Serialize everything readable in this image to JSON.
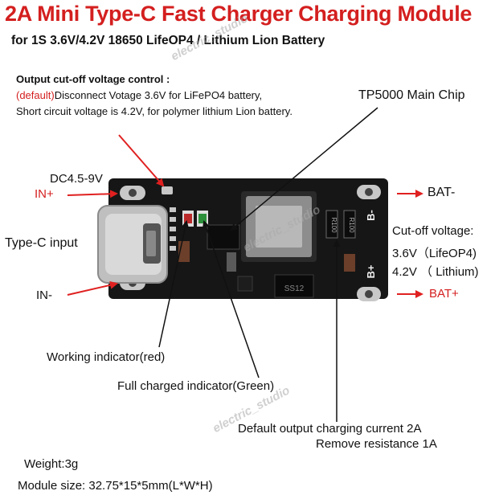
{
  "title": "2A Mini Type-C Fast Charger Charging Module",
  "subtitle": "for 1S 3.6V/4.2V 18650 LifeOP4 / Lithium Lion Battery",
  "cutoff_control": {
    "heading": "Output cut-off voltage control :",
    "default_tag": "(default)",
    "line1_rest": "Disconnect Votage 3.6V for LiFePO4 battery,",
    "line2": "Short circuit voltage is 4.2V, for polymer lithium Lion battery."
  },
  "main_chip_label": "TP5000 Main Chip",
  "input_voltage_label": "DC4.5-9V",
  "in_plus_label": "IN+",
  "in_minus_label": "IN-",
  "typec_label": "Type-C input",
  "bat_minus_label": "BAT-",
  "bat_plus_label": "BAT+",
  "pcb_bminus": "B-",
  "pcb_bplus": "B+",
  "cutoff_voltage": {
    "heading": "Cut-off voltage:",
    "line1": "3.6V（LifeOP4)",
    "line2": "4.2V （ Lithium)"
  },
  "working_indicator_label": "Working indicator(red)",
  "full_indicator_label": "Full charged indicator(Green)",
  "charging_current": {
    "line1": "Default output charging current 2A",
    "line2": "Remove resistance 1A"
  },
  "weight_label": "Weight:3g",
  "module_size_label": "Module size: 32.75*15*5mm(L*W*H)",
  "watermark_text": "electric_studio",
  "resistor_codes": [
    "R100",
    "R100"
  ],
  "diode_codes": [
    "SS12"
  ],
  "colors": {
    "title_red": "#d41f1f",
    "arrow_red": "#e02020",
    "pcb_black": "#161616",
    "pad_silver": "#c8c8c8"
  }
}
